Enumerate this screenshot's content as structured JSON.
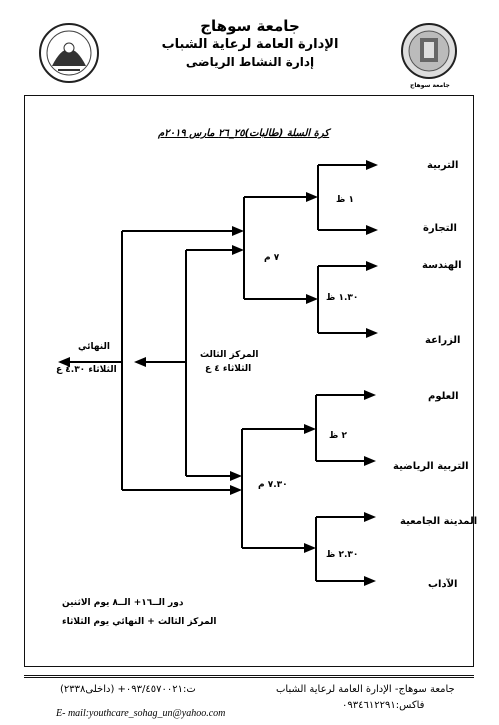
{
  "header": {
    "line1": "جامعة سوهاج",
    "line2": "الإدارة العامة لرعاية الشباب",
    "line3": "إدارة النشاط الرياضى",
    "right_logo_caption": "جامعة سوهاج"
  },
  "title": "كرة السلة (طالبات)٢٥_٢٦ مارس ٢٠١٩م",
  "teams": [
    "التربية",
    "التجارة",
    "الهندسة",
    "الزراعة",
    "العلوم",
    "التربية الرياضية",
    "المدينة الجامعية",
    "الآداب"
  ],
  "round1_times": [
    "١ ظ",
    "١.٣٠ ظ",
    "٢ ظ",
    "٢.٣٠ ظ"
  ],
  "round2_times": [
    "٧ م",
    "٧.٣٠ م"
  ],
  "third_place": {
    "line1": "المركز الثالث",
    "line2": "الثلاثاء ٤ ع"
  },
  "final": {
    "line1": "النهائي",
    "line2": "الثلاثاء ٤.٣٠ ع"
  },
  "notes": {
    "line1": "دور الــ١٦+ الــ٨ يوم الاثنين",
    "line2": "المركز الثالث + النهائي يوم الثلاثاء"
  },
  "footer": {
    "right_line1": "جامعة سوهاج- الإدارة العامة لرعاية الشباب",
    "right_line2": "فاكس:٠٩٣٤٦١٢٢٩١",
    "left_line1": "ت:٠٩٣/٤٥٧٠٠٢١+ (داخلى٢٣٣٨)",
    "email": "E- mail:youthcare_sohag_un@yahoo.com"
  }
}
